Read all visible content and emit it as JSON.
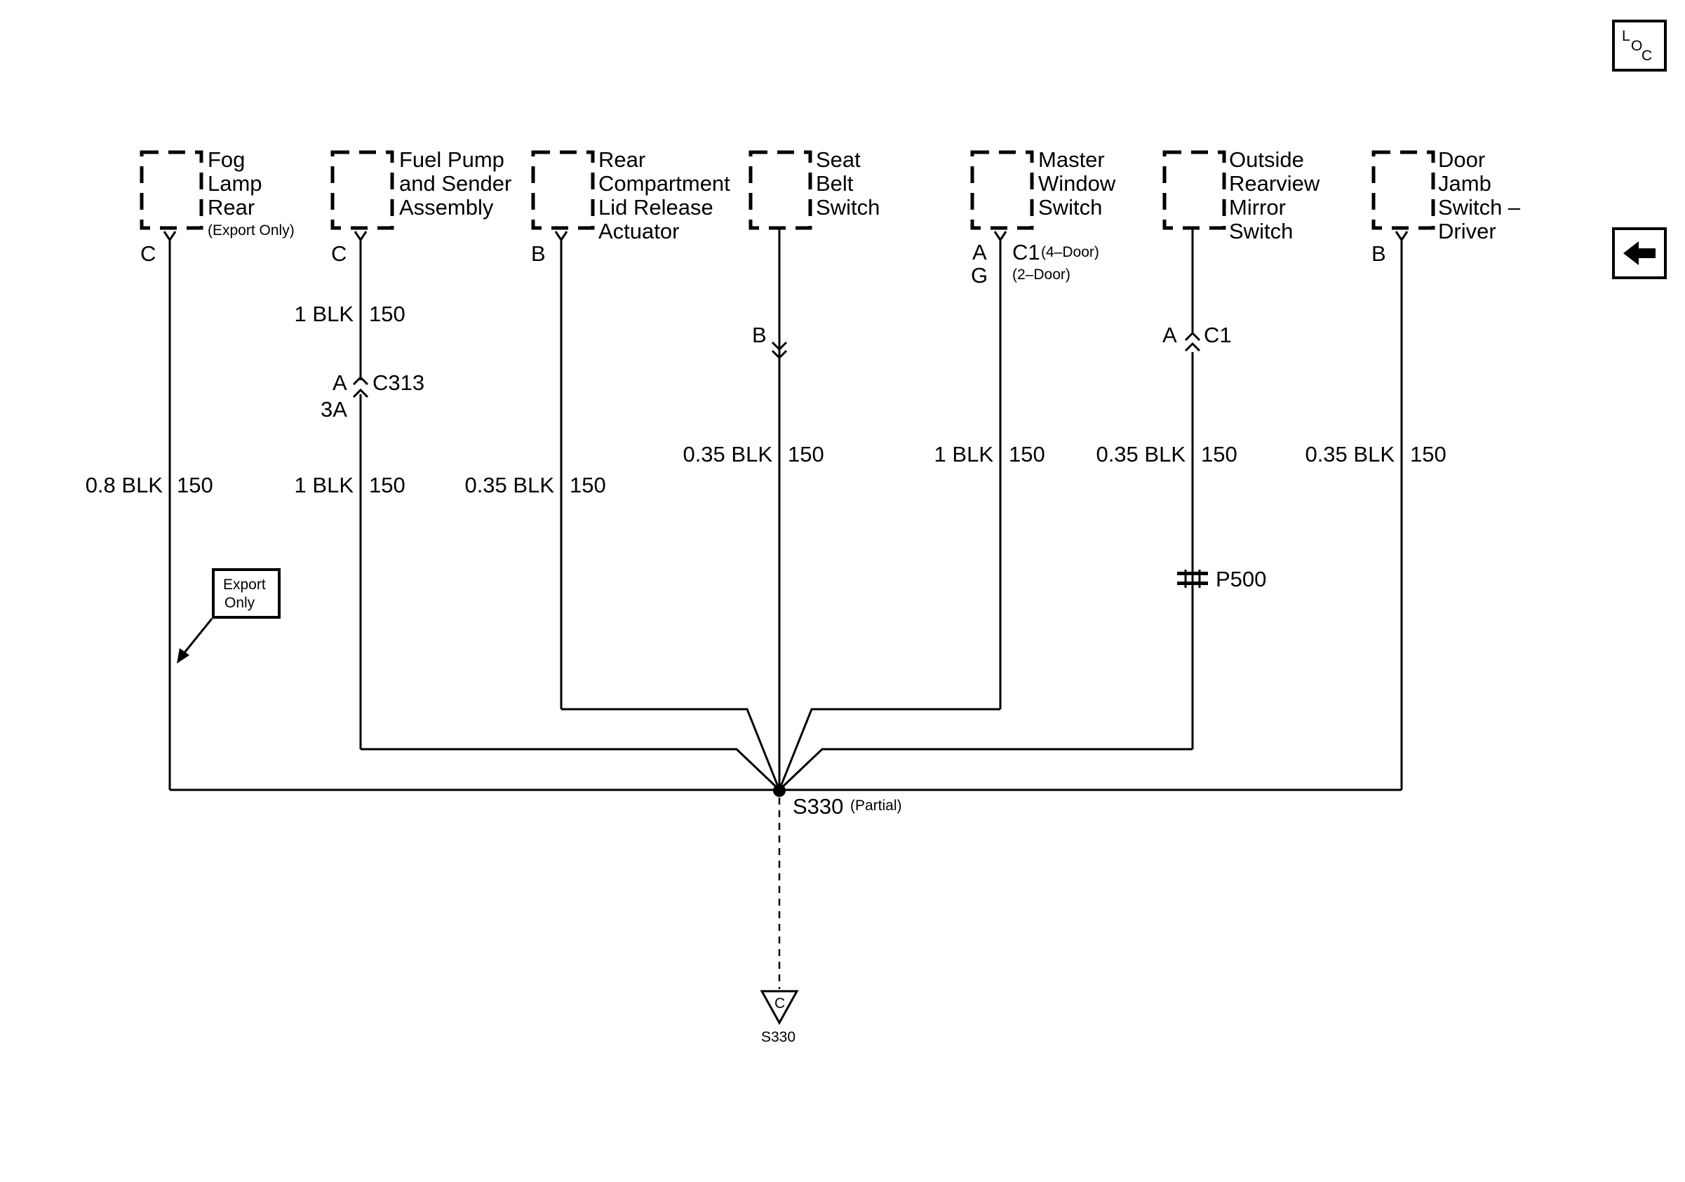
{
  "components": [
    {
      "id": "fog",
      "lines": [
        "Fog",
        "Lamp",
        "Rear"
      ],
      "note": "(Export Only)",
      "pin": "C"
    },
    {
      "id": "fuel",
      "lines": [
        "Fuel Pump",
        "and Sender",
        "Assembly"
      ],
      "pin": "C"
    },
    {
      "id": "rear",
      "lines": [
        "Rear",
        "Compartment",
        "Lid Release",
        "Actuator"
      ],
      "pin": "B"
    },
    {
      "id": "seat",
      "lines": [
        "Seat",
        "Belt",
        "Switch"
      ]
    },
    {
      "id": "master",
      "lines": [
        "Master",
        "Window",
        "Switch"
      ],
      "pins": [
        "A",
        "G"
      ],
      "conn": "C1",
      "conn_note1": "(4–Door)",
      "conn_note2": "(2–Door)"
    },
    {
      "id": "mirror",
      "lines": [
        "Outside",
        "Rearview",
        "Mirror",
        "Switch"
      ]
    },
    {
      "id": "door",
      "lines": [
        "Door",
        "Jamb",
        "Switch –",
        "Driver"
      ],
      "pin": "B"
    }
  ],
  "wires": {
    "fog": {
      "gauge": "0.8 BLK",
      "circuit": "150"
    },
    "fuel_upper": {
      "gauge": "1 BLK",
      "circuit": "150"
    },
    "fuel_lower": {
      "gauge": "1 BLK",
      "circuit": "150"
    },
    "rear": {
      "gauge": "0.35 BLK",
      "circuit": "150"
    },
    "seat": {
      "gauge": "0.35 BLK",
      "circuit": "150"
    },
    "master": {
      "gauge": "1 BLK",
      "circuit": "150"
    },
    "mirror": {
      "gauge": "0.35 BLK",
      "circuit": "150"
    },
    "door": {
      "gauge": "0.35 BLK",
      "circuit": "150"
    }
  },
  "connectors": {
    "c313": {
      "name": "C313",
      "pin_top": "A",
      "pin_bottom": "3A"
    },
    "seat": {
      "pin": "B"
    },
    "mirror": {
      "name": "C1",
      "pin": "A"
    }
  },
  "p500": "P500",
  "splice": {
    "name": "S330",
    "note": "(Partial)"
  },
  "ground": {
    "letter": "C",
    "name": "S330"
  },
  "export_box": {
    "line1": "Export",
    "line2": "Only"
  },
  "nav": {
    "loc_l": "L",
    "loc_o": "O",
    "loc_c": "C"
  }
}
